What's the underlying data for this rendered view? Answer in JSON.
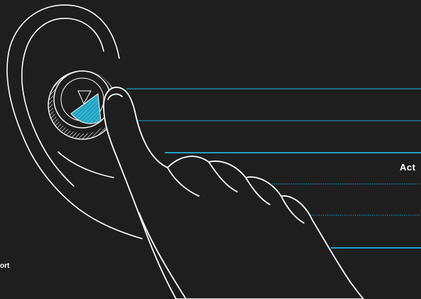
{
  "diagram": {
    "label_right": "Act",
    "label_left": "ort"
  },
  "colors": {
    "background": "#1e1e1e",
    "outline": "#ffffff",
    "accent": "#1ea3c2"
  },
  "icons": {
    "ear": "ear-outline",
    "earbud": "earbud-icon",
    "finger": "finger-tap"
  }
}
